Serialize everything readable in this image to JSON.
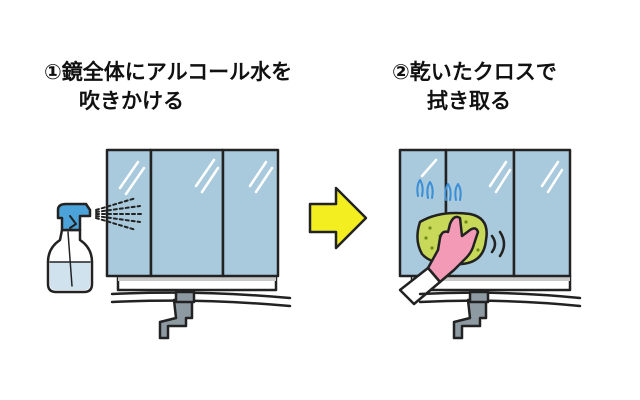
{
  "steps": [
    {
      "line1": "①鏡全体にアルコール水を",
      "line2": "吹きかける"
    },
    {
      "line1": "②乾いたクロスで",
      "line2": "拭き取る"
    }
  ],
  "colors": {
    "mirror": "#a9c9dc",
    "outline": "#222222",
    "arrow": "#f2ee1f",
    "cloth": "#c8d95a",
    "glove": "#f39ab6",
    "sleeve": "#ffffff",
    "bottle_liquid": "#cfe2ee",
    "sprayer": "#4ba3d9",
    "smear": "#3b8fd6",
    "faucet": "#8e9aa2"
  },
  "icons": [
    "spray-bottle-icon",
    "next-arrow-icon",
    "gloved-hand-icon",
    "wipe-cloth-icon",
    "faucet-icon"
  ]
}
